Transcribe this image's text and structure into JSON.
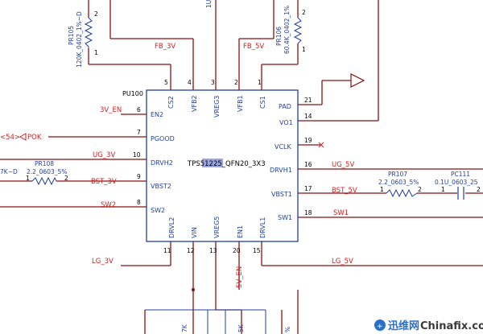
{
  "chip": {
    "ref": "PU100",
    "part": "TPS51225_QFN20_3X3",
    "part_highlight": "51225",
    "part_prefix": "TPS",
    "part_suffix": "_QFN20_3X3"
  },
  "top_pins": [
    {
      "num": "5",
      "name": "CS2"
    },
    {
      "num": "4",
      "name": "VFB2"
    },
    {
      "num": "3",
      "name": "VREG3"
    },
    {
      "num": "2",
      "name": "VFB1"
    },
    {
      "num": "1",
      "name": "CS1"
    }
  ],
  "left_pins": [
    {
      "num": "6",
      "name": "EN2",
      "net": "3V_EN"
    },
    {
      "num": "7",
      "name": "PGOOD",
      "net": "POK"
    },
    {
      "num": "10",
      "name": "DRVH2",
      "net": "UG_3V"
    },
    {
      "num": "9",
      "name": "VBST2",
      "net": "BST_3V"
    },
    {
      "num": "8",
      "name": "SW2",
      "net": "SW2"
    }
  ],
  "right_pins": [
    {
      "num": "21",
      "name": "PAD",
      "net": ""
    },
    {
      "num": "14",
      "name": "VO1",
      "net": ""
    },
    {
      "num": "19",
      "name": "VCLK",
      "net": ""
    },
    {
      "num": "16",
      "name": "DRVH1",
      "net": "UG_5V"
    },
    {
      "num": "17",
      "name": "VBST1",
      "net": "BST_5V"
    },
    {
      "num": "18",
      "name": "SW1",
      "net": "SW1"
    }
  ],
  "bottom_pins": [
    {
      "num": "11",
      "name": "DRVL2",
      "net": "LG_3V"
    },
    {
      "num": "12",
      "name": "VIN",
      "net": ""
    },
    {
      "num": "13",
      "name": "VREG5",
      "net": ""
    },
    {
      "num": "20",
      "name": "EN1",
      "net": "5V_EN"
    },
    {
      "num": "15",
      "name": "DRVL1",
      "net": "LG_5V"
    }
  ],
  "nets": {
    "fb_3v": "FB_3V",
    "fb_5v": "FB_5V",
    "pok_ref": "<54>"
  },
  "resistors": {
    "pr105": {
      "ref": "PR105",
      "value": "120K_0402_1%~D",
      "pin1": "1",
      "pin2": "2"
    },
    "pr106": {
      "ref": "PR106",
      "value": "60.4K_0402_1%",
      "pin1": "1",
      "pin2": "2"
    },
    "pr108": {
      "ref": "PR108",
      "value": "2.2_0603_5%",
      "pin1": "1",
      "pin2": "2"
    },
    "pr107": {
      "ref": "PR107",
      "value": "2.2_0603_5%",
      "pin1": "1",
      "pin2": "2"
    }
  },
  "capacitors": {
    "pc111": {
      "ref": "PC111",
      "value": "0.1U_0603_25",
      "pin1": "1",
      "pin2": "2"
    }
  },
  "fragments": {
    "top_cut": "1U",
    "left_cut": "7K~D",
    "bottom_1": "7K",
    "bottom_2": "5K",
    "bottom_3": "%"
  },
  "watermark": {
    "brand_cn": "迅维网",
    "site": "Chinafix.com"
  },
  "colors": {
    "chip_outline": "#1f3f9f",
    "wire": "#8b1010",
    "net": "#d02020",
    "text": "#1f3f9f"
  }
}
